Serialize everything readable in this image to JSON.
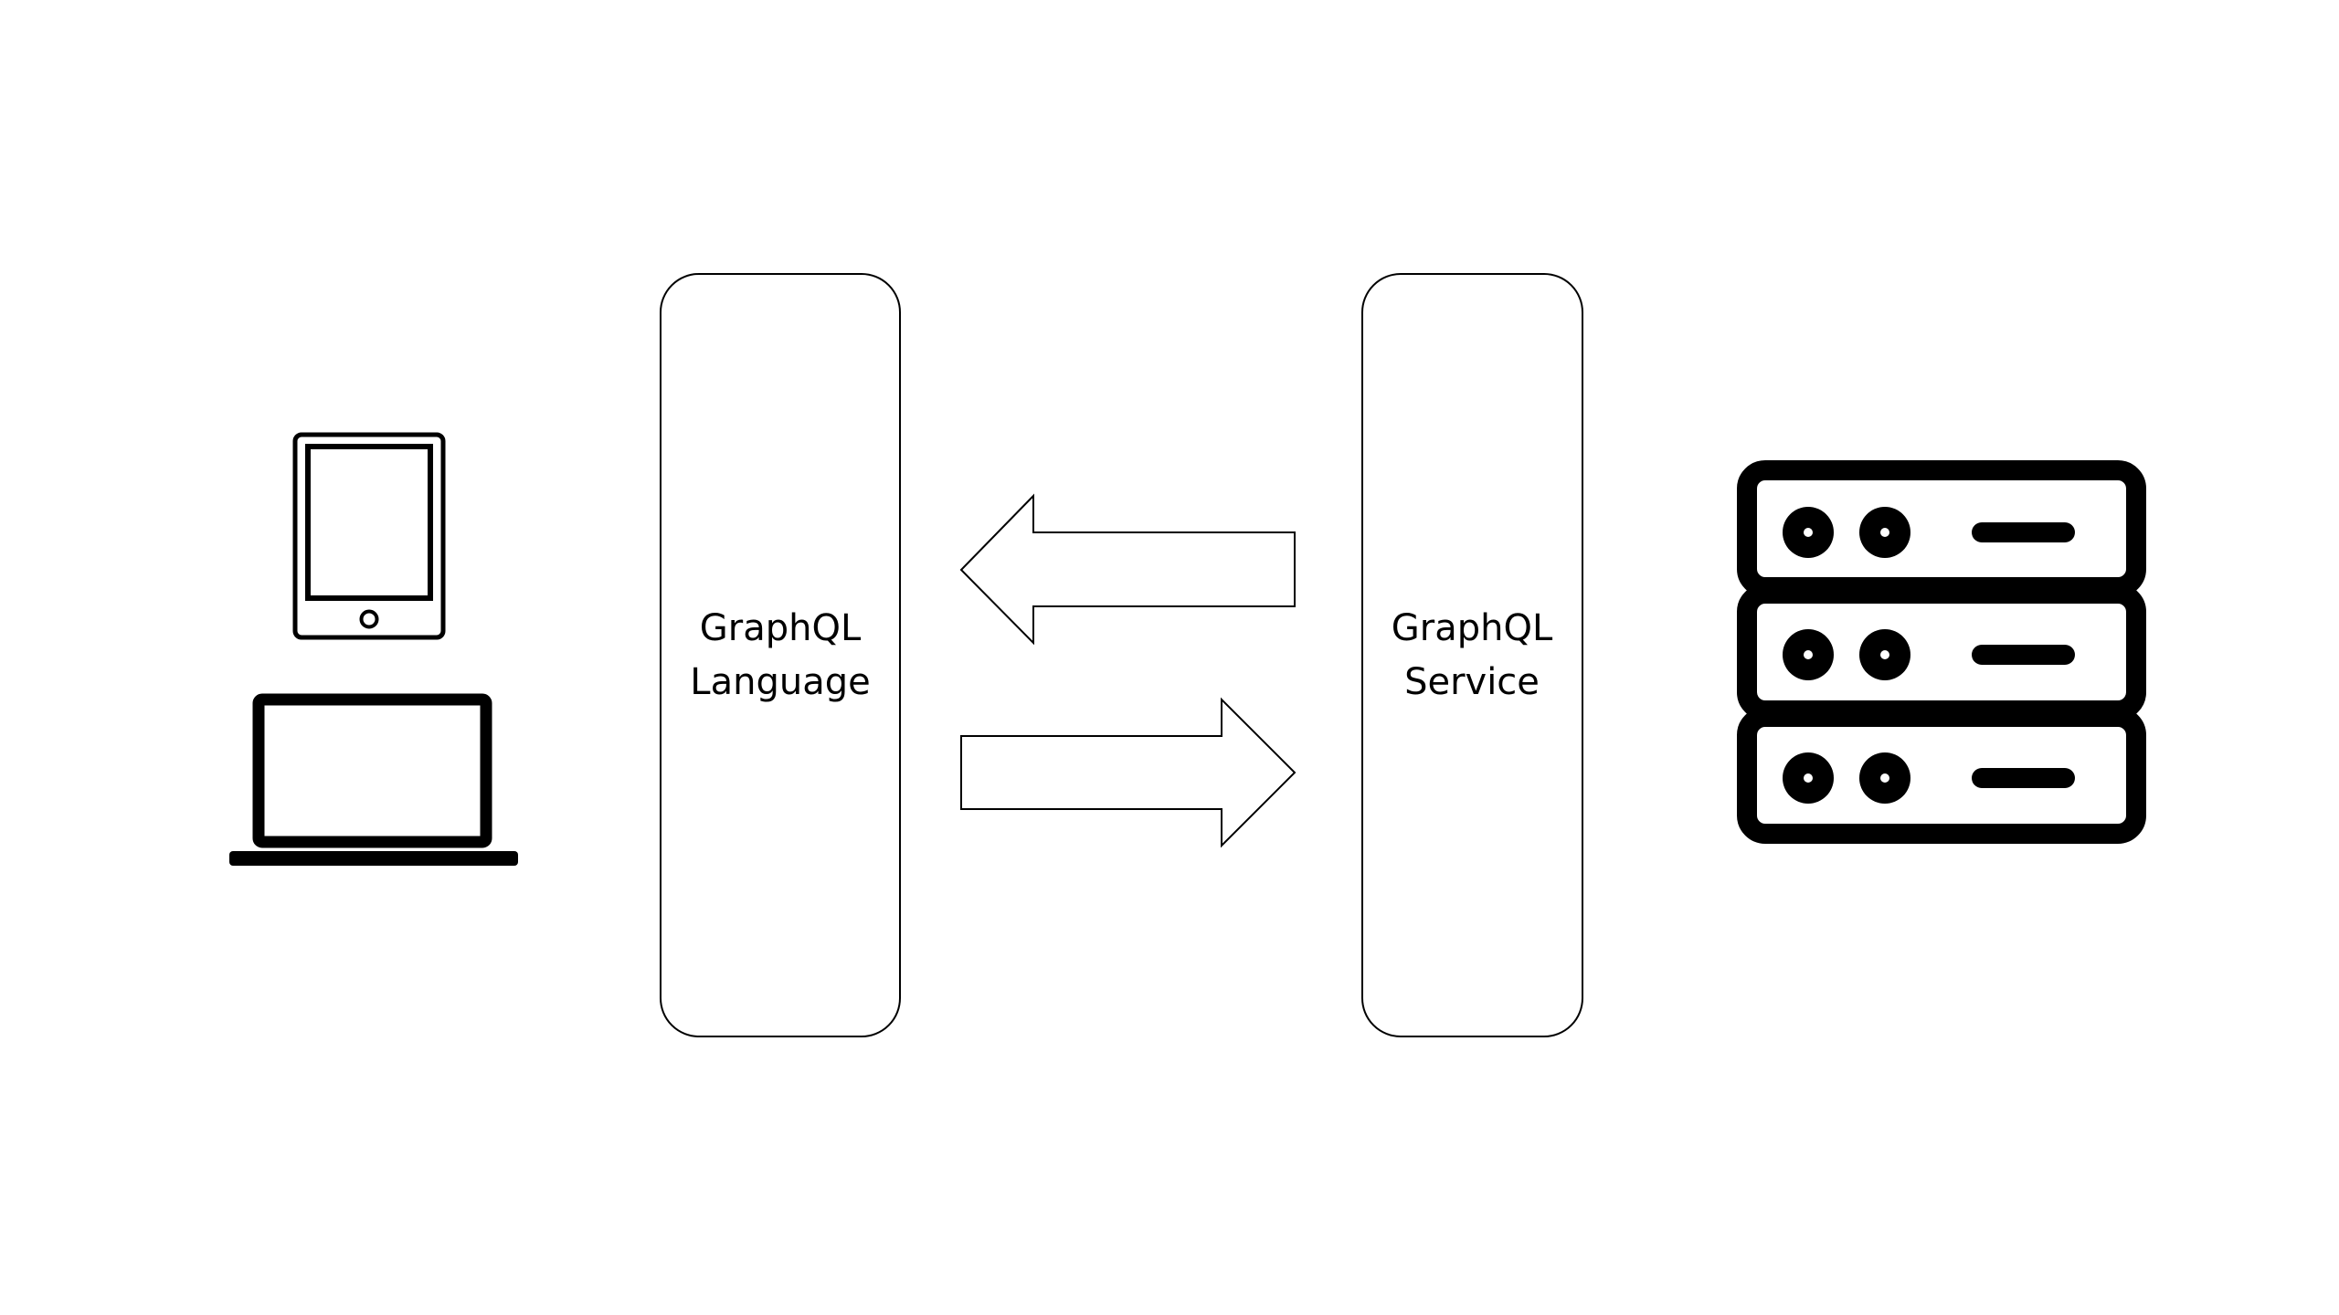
{
  "diagram": {
    "nodes": [
      {
        "id": "client",
        "kind": "icon",
        "icons": [
          "tablet-icon",
          "laptop-icon"
        ]
      },
      {
        "id": "language",
        "kind": "box",
        "lines": [
          "GraphQL",
          "Language"
        ]
      },
      {
        "id": "service",
        "kind": "box",
        "lines": [
          "GraphQL",
          "Service"
        ]
      },
      {
        "id": "server",
        "kind": "icon",
        "icons": [
          "server-rack-icon"
        ]
      }
    ],
    "arrows": [
      {
        "from": "service",
        "to": "language",
        "style": "block-arrow-outline"
      },
      {
        "from": "language",
        "to": "service",
        "style": "block-arrow-outline"
      }
    ]
  },
  "colors": {
    "background": "#ffffff",
    "stroke": "#000000"
  }
}
